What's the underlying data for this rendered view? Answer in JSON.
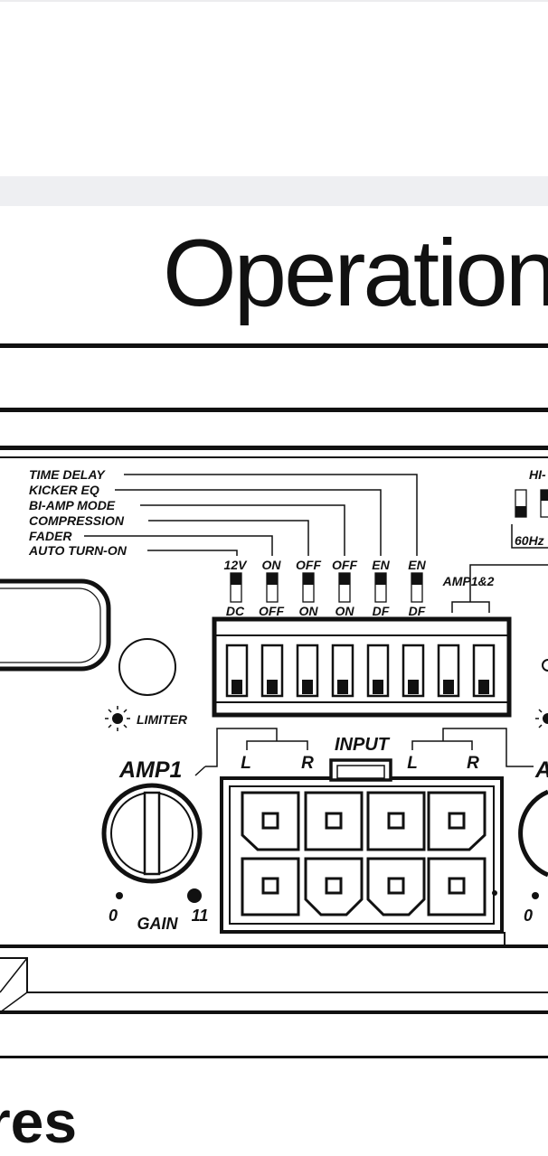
{
  "page": {
    "title": "Operation",
    "footer_text": "res"
  },
  "colors": {
    "ink": "#111111",
    "paper": "#ffffff",
    "band": "#eeeff2"
  },
  "switches": {
    "feature_labels": [
      "TIME DELAY",
      "KICKER EQ",
      "BI-AMP MODE",
      "COMPRESSION",
      "FADER",
      "AUTO TURN-ON"
    ],
    "top_labels": [
      "12V",
      "ON",
      "OFF",
      "OFF",
      "EN",
      "EN"
    ],
    "bottom_labels": [
      "DC",
      "OFF",
      "ON",
      "ON",
      "DF",
      "DF"
    ],
    "group_label": "AMP1&2",
    "right_label": "HI-",
    "freq_label": "60Hz"
  },
  "limiter_label": "LIMITER",
  "input": {
    "title": "INPUT",
    "left": "L",
    "right": "R",
    "left2": "L",
    "right2": "R"
  },
  "amp": {
    "name": "AMP1",
    "gain_label": "GAIN",
    "gain_min": "0",
    "gain_max": "11",
    "name_right": "A",
    "gain_min_right": "0"
  }
}
